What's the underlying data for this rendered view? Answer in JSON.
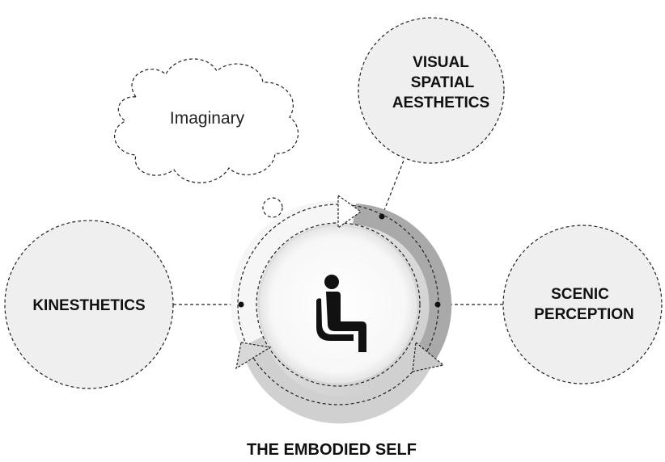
{
  "nodes": {
    "visual": {
      "lines": [
        "VISUAL",
        "SPATIAL",
        "AESTHETICS"
      ]
    },
    "kinesthetics": {
      "lines": [
        "KINESTHETICS"
      ]
    },
    "scenic": {
      "lines": [
        "SCENIC",
        "PERCEPTION"
      ]
    },
    "imaginary": {
      "label": "Imaginary"
    }
  },
  "center": {
    "title": "THE EMBODIED SELF",
    "icon": "seated-person-icon"
  },
  "colors": {
    "node_fill": "#efefef",
    "outline": "#222222",
    "ring_dark": "#a9a9a9",
    "ring_light": "#d9d9d9"
  }
}
